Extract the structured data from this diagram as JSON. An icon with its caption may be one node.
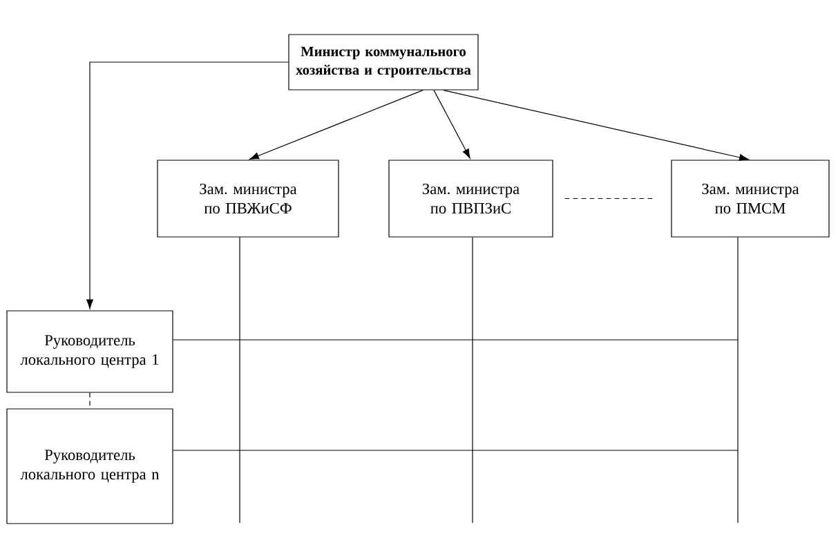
{
  "diagram": {
    "nodes": [
      {
        "text": [
          "Министр коммунального хозяйства и строительства"
        ]
      },
      {
        "text": [
          "Зам. министра по ПВЖиСФ"
        ]
      },
      {
        "text": [
          "Зам. министра по ПВПЗиС"
        ]
      },
      {
        "text": [
          "Зам. министра по ПМСМ"
        ]
      },
      {
        "text": [
          "Руководитель локального центра 1"
        ]
      },
      {
        "text": [
          "Руководитель локального центра n"
        ]
      }
    ],
    "edges": [
      {
        "from": 0,
        "to": 1,
        "arrow": "to"
      },
      {
        "from": 0,
        "to": 2,
        "arrow": "to"
      },
      {
        "from": 0,
        "to": 3,
        "arrow": "to"
      },
      {
        "from": 0,
        "to": 4,
        "arrow": "to"
      },
      {
        "from": 2,
        "to": 3,
        "arrow": "none",
        "style": "dashed"
      },
      {
        "from": 4,
        "to": 5,
        "arrow": "none",
        "style": "dashed"
      },
      {
        "from": 1,
        "to": null,
        "arrow": "none"
      },
      {
        "from": 2,
        "to": null,
        "arrow": "none"
      },
      {
        "from": 3,
        "to": null,
        "arrow": "none"
      },
      {
        "from": 4,
        "to": null,
        "arrow": "none"
      },
      {
        "from": 5,
        "to": null,
        "arrow": "none"
      }
    ]
  }
}
